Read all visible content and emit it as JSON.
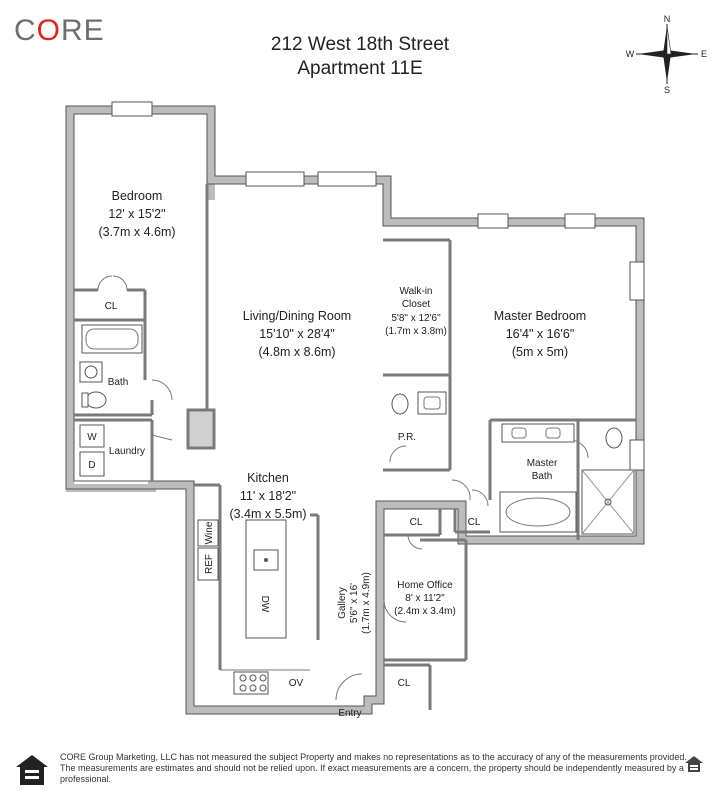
{
  "header": {
    "logo_prefix": "C",
    "logo_accent": "O",
    "logo_suffix": "RE",
    "address": "212 West 18th Street",
    "unit": "Apartment 11E"
  },
  "compass": {
    "n": "N",
    "s": "S",
    "e": "E",
    "w": "W"
  },
  "rooms": {
    "bedroom": {
      "name": "Bedroom",
      "dims": "12' x 15'2\"",
      "metric": "(3.7m x 4.6m)"
    },
    "living": {
      "name": "Living/Dining Room",
      "dims": "15'10\" x 28'4\"",
      "metric": "(4.8m x 8.6m)"
    },
    "walkin": {
      "name1": "Walk-in",
      "name2": "Closet",
      "dims": "5'8\" x 12'6\"",
      "metric": "(1.7m x 3.8m)"
    },
    "master": {
      "name": "Master Bedroom",
      "dims": "16'4\" x 16'6\"",
      "metric": "(5m x 5m)"
    },
    "kitchen": {
      "name": "Kitchen",
      "dims": "11' x 18'2\"",
      "metric": "(3.4m x 5.5m)"
    },
    "gallery": {
      "name": "Gallery",
      "dims": "5'6\" x 16'",
      "metric": "(1.7m x 4.9m)"
    },
    "office": {
      "name": "Home Office",
      "dims": "8' x 11'2\"",
      "metric": "(2.4m x 3.4m)"
    }
  },
  "labels": {
    "cl": "CL",
    "bath": "Bath",
    "laundry": "Laundry",
    "washer": "W",
    "dryer": "D",
    "pr": "P.R.",
    "master_bath_1": "Master",
    "master_bath_2": "Bath",
    "ref": "REF",
    "wine": "Wine",
    "dw": "DW",
    "ov": "OV",
    "entry": "Entry"
  },
  "disclaimer": "CORE Group Marketing, LLC has not measured the subject Property and makes no representations as to the accuracy of any of the measurements provided. The measurements are estimates and should not be relied upon. If exact measurements are a concern, the property should be independently measured by a professional."
}
